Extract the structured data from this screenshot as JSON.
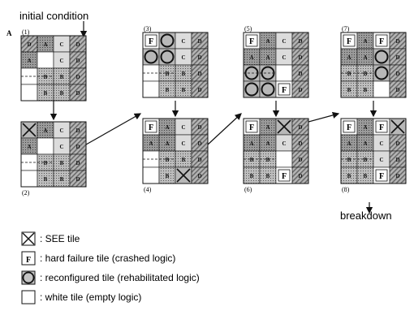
{
  "figure": {
    "panel_letter": "A",
    "top_annotation": "initial condition",
    "bottom_annotation": "breakdown"
  },
  "panels": [
    {
      "label": "(1)",
      "rows": [
        [
          "D",
          "A",
          "C",
          "D"
        ],
        [
          "A",
          "W",
          "C",
          "D"
        ],
        [
          "W",
          "B",
          "B",
          "D"
        ],
        [
          "W",
          "B",
          "B",
          "D"
        ]
      ]
    },
    {
      "label": "(2)",
      "rows": [
        [
          "S",
          "A",
          "C",
          "D"
        ],
        [
          "A",
          "W",
          "C",
          "D"
        ],
        [
          "W",
          "B",
          "B",
          "D"
        ],
        [
          "W",
          "B",
          "B",
          "D"
        ]
      ]
    },
    {
      "label": "(3)",
      "rows": [
        [
          "F",
          "O",
          "C",
          "D"
        ],
        [
          "O",
          "O",
          "C",
          "D"
        ],
        [
          "W",
          "B",
          "B",
          "D"
        ],
        [
          "W",
          "B",
          "B",
          "D"
        ]
      ]
    },
    {
      "label": "(4)",
      "rows": [
        [
          "F",
          "A",
          "C",
          "D"
        ],
        [
          "A",
          "A",
          "C",
          "D"
        ],
        [
          "W",
          "B",
          "B",
          "D"
        ],
        [
          "W",
          "B",
          "S",
          "D"
        ]
      ]
    },
    {
      "label": "(5)",
      "rows": [
        [
          "F",
          "A",
          "C",
          "D"
        ],
        [
          "A",
          "A",
          "C",
          "D"
        ],
        [
          "O",
          "O",
          "W",
          "D"
        ],
        [
          "O",
          "O",
          "F",
          "D"
        ]
      ]
    },
    {
      "label": "(6)",
      "rows": [
        [
          "F",
          "A",
          "S",
          "D"
        ],
        [
          "A",
          "A",
          "C",
          "D"
        ],
        [
          "B",
          "B",
          "W",
          "D"
        ],
        [
          "B",
          "B",
          "F",
          "D"
        ]
      ]
    },
    {
      "label": "(7)",
      "rows": [
        [
          "F",
          "A",
          "F",
          "D"
        ],
        [
          "A",
          "A",
          "O",
          "D"
        ],
        [
          "B",
          "B",
          "O",
          "D"
        ],
        [
          "B",
          "B",
          "W",
          "D"
        ]
      ]
    },
    {
      "label": "(8)",
      "rows": [
        [
          "F",
          "A",
          "F",
          "S"
        ],
        [
          "A",
          "A",
          "C",
          "D"
        ],
        [
          "B",
          "B",
          "C",
          "D"
        ],
        [
          "B",
          "B",
          "F",
          "D"
        ]
      ]
    }
  ],
  "legend": [
    {
      "kind": "S",
      "text": ": SEE tile"
    },
    {
      "kind": "F",
      "text": ": hard failure tile (crashed logic)"
    },
    {
      "kind": "O",
      "text": ": reconfigured tile (rehabilitated logic)"
    },
    {
      "kind": "W",
      "text": ": white tile (empty logic)"
    }
  ],
  "tile_glyphs": {
    "A": "A",
    "B": "B",
    "C": "C",
    "D": "D",
    "F": "F"
  },
  "colors": {
    "tile_dark": "#8f8f8f",
    "tile_mid": "#a9a9a9",
    "tile_light": "#c9c9c9",
    "tile_white": "#ffffff",
    "line": "#111111"
  }
}
